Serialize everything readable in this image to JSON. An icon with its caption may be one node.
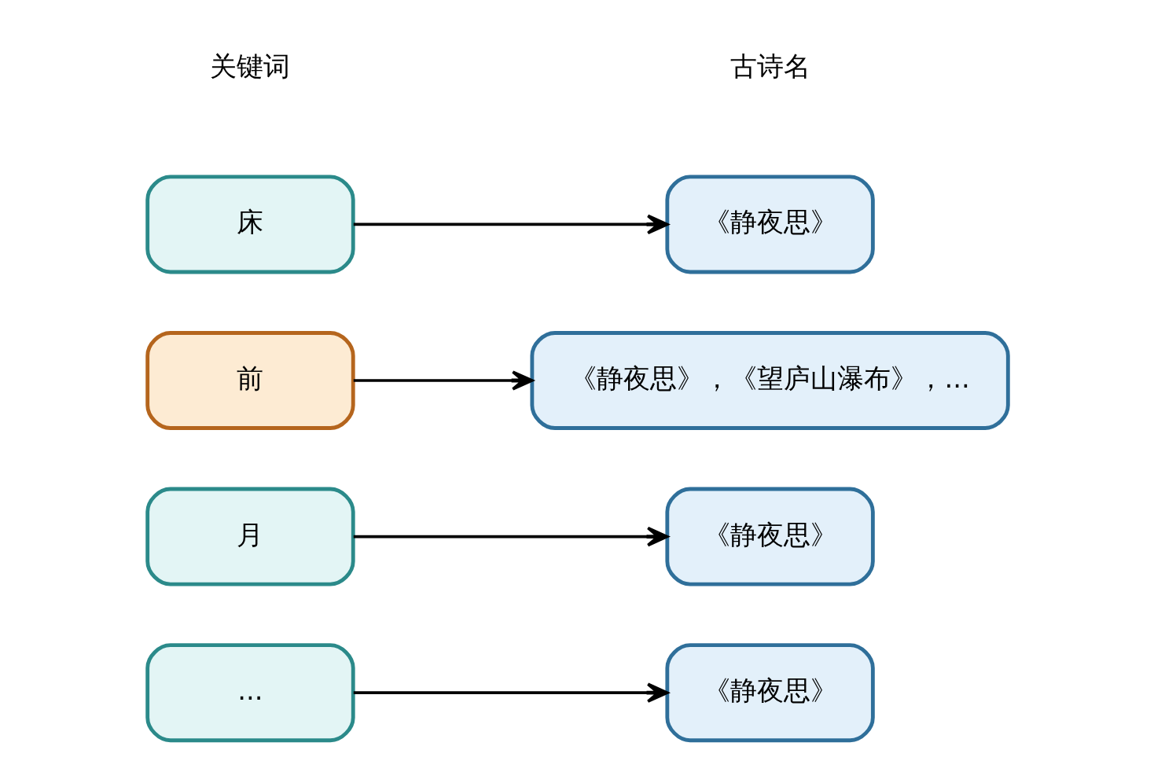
{
  "diagram": {
    "nodes": [
      {
        "text": [
          "床"
        ]
      },
      {
        "text": [
          "《静夜思》"
        ]
      },
      {
        "text": [
          "前"
        ]
      },
      {
        "text": [
          "《静夜思》，《望庐山瀑布》，..."
        ]
      },
      {
        "text": [
          "月"
        ]
      },
      {
        "text": [
          "《静夜思》"
        ]
      },
      {
        "text": [
          "..."
        ]
      },
      {
        "text": [
          "《静夜思》"
        ]
      }
    ],
    "edges": [
      {
        "from": 0,
        "to": 1,
        "arrow": "to"
      },
      {
        "from": 2,
        "to": 3,
        "arrow": "to"
      },
      {
        "from": 4,
        "to": 5,
        "arrow": "to"
      },
      {
        "from": 6,
        "to": 7,
        "arrow": "to"
      }
    ],
    "labels": [
      "关键词",
      "古诗名"
    ]
  }
}
